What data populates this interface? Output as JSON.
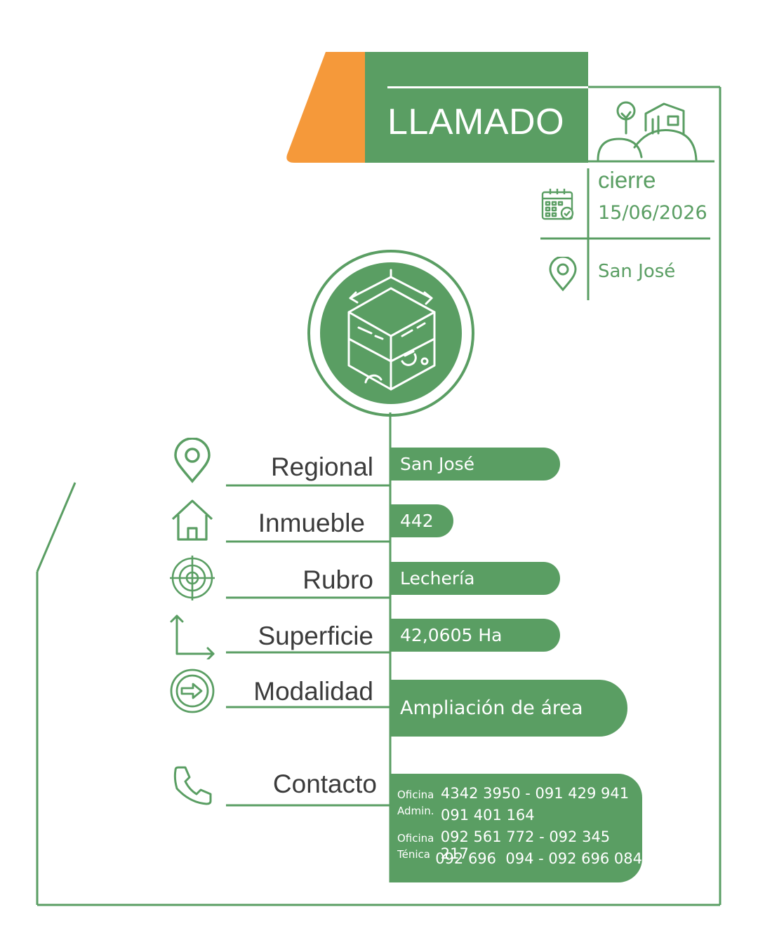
{
  "header": {
    "title": "LLAMADO"
  },
  "closing": {
    "label": "cierre",
    "date": "15/06/2026"
  },
  "location": {
    "name": "San José"
  },
  "details": [
    {
      "label": "Regional",
      "value": "San José"
    },
    {
      "label": "Inmueble",
      "value": "442"
    },
    {
      "label": "Rubro",
      "value": "Lechería"
    },
    {
      "label": "Superficie",
      "value": "42,0605 Ha"
    },
    {
      "label": "Modalidad",
      "value": "Ampliación de área"
    }
  ],
  "contact": {
    "label": "Contacto",
    "lines": [
      {
        "tag": "Oficina",
        "number": "4342 3950 - 091 429 941"
      },
      {
        "tag": "Admin.",
        "number": "091 401 164"
      },
      {
        "tag": "Oficina",
        "number": "092 561 772 - 092 345 217"
      },
      {
        "tag": "Ténica",
        "number": "092 696  094 - 092 696 084"
      }
    ]
  },
  "colors": {
    "green": "#5a9e63",
    "orange": "#f5993a",
    "text": "#3b3b3b"
  }
}
